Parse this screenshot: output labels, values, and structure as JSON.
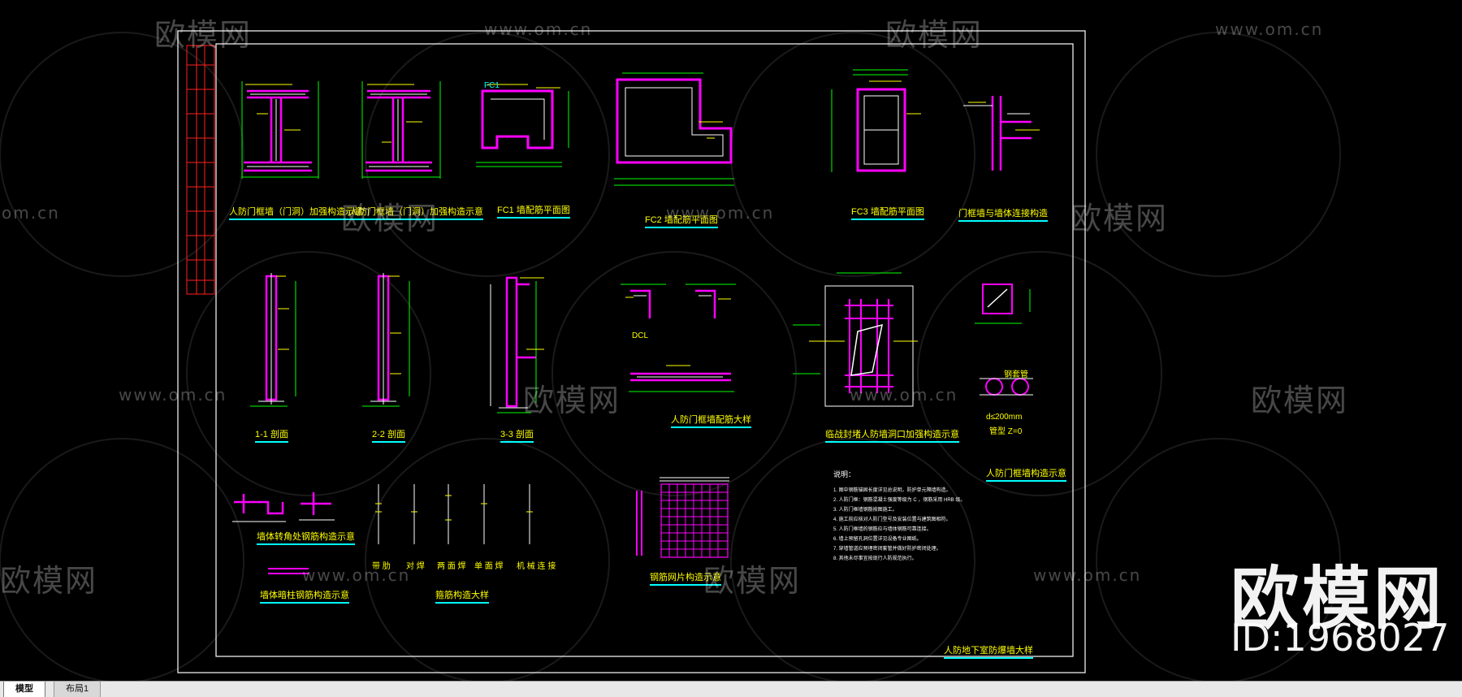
{
  "tabs": [
    {
      "label": "模型",
      "active": true
    },
    {
      "label": "布局1",
      "active": false
    }
  ],
  "watermark": {
    "site": "www.om.cn",
    "site_partial": "om.cn",
    "logo_text": "欧模网",
    "big_logo": "欧模网",
    "id_text": "ID:1968027"
  },
  "drawing": {
    "sheet_title": "人防地下室防爆墙大样",
    "notes_heading": "说明：",
    "notes": [
      "1. 图中钢筋锚固长度详见总说明，防护单元隔墙构造。",
      "2. 人防门框：钢筋混凝土强度等级为 C ，钢筋采用 HRB 级。",
      "3. 人防门框墙钢筋按图施工。",
      "4. 施工前应核对人防门型号及安装位置与建筑图相符。",
      "5. 人防门框墙的钢筋应与墙体钢筋可靠连接。",
      "6. 墙上预留孔洞位置详见设备专业图纸。",
      "7. 穿墙管道应预埋密闭套管并做好防护密闭处理。",
      "8. 其他未尽事宜按现行人防规范执行。"
    ],
    "labels": {
      "detail_1": "人防门框墙（门洞）加强构造示意",
      "detail_2": "人防门框墙（门洞）加强构造示意",
      "fc1": "FC1",
      "fc1_title": "FC1 墙配筋平面图",
      "fc2_title": "FC2 墙配筋平面图",
      "fc3_title": "FC3 墙配筋平面图",
      "door_detail": "门框墙与墙体连接构造",
      "sec11": "1-1 剖面",
      "sec22": "2-2 剖面",
      "sec33": "3-3 剖面",
      "dc_detail": "人防门框墙配筋大样",
      "dcl": "DCL",
      "opening": "临战封堵人防墙洞口加强构造示意",
      "casing": "钢套管",
      "pipe_note": "d≤200mm",
      "type_label": "管型 Z=0",
      "wall_corner": "墙体转角处钢筋构造示意",
      "wall_hidden": "墙体暗柱钢筋构造示意",
      "rebar_title": "箍筋构造大样",
      "rebar_types": [
        "带 肋",
        "对 焊",
        "两 面 焊",
        "单 面 焊",
        "机 械 连 接"
      ],
      "mesh_title": "钢筋网片构造示意",
      "side_title": "人防门框墙构造示意"
    }
  }
}
